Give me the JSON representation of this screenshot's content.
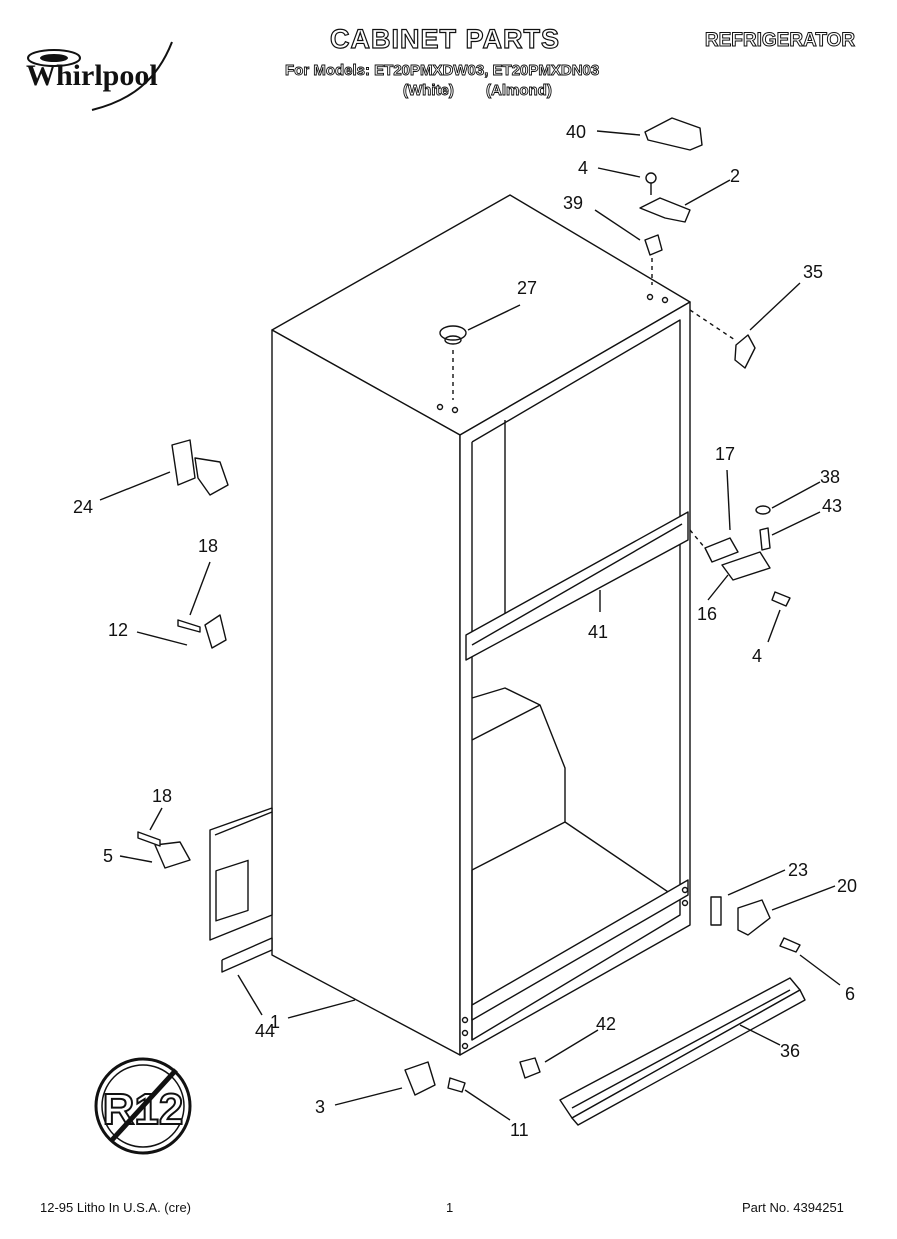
{
  "header": {
    "brand": "Whirlpool",
    "title": "CABINET PARTS",
    "category": "REFRIGERATOR",
    "models_line": "For Models: ET20PMXDW03, ET20PMXDN03",
    "color_white": "(White)",
    "color_almond": "(Almond)"
  },
  "callouts": {
    "p40": "40",
    "p4a": "4",
    "p2": "2",
    "p39": "39",
    "p35": "35",
    "p27": "27",
    "p24": "24",
    "p18a": "18",
    "p12": "12",
    "p17": "17",
    "p38": "38",
    "p43": "43",
    "p16": "16",
    "p4b": "4",
    "p41": "41",
    "p18b": "18",
    "p5": "5",
    "p23": "23",
    "p20": "20",
    "p6": "6",
    "p1": "1",
    "p44": "44",
    "p42": "42",
    "p36": "36",
    "p3": "3",
    "p11": "11"
  },
  "refrigerant_badge": "R12",
  "footer": {
    "printing": "12-95 Litho In U.S.A. (cre)",
    "page_number": "1",
    "part_number": "Part No. 4394251"
  }
}
